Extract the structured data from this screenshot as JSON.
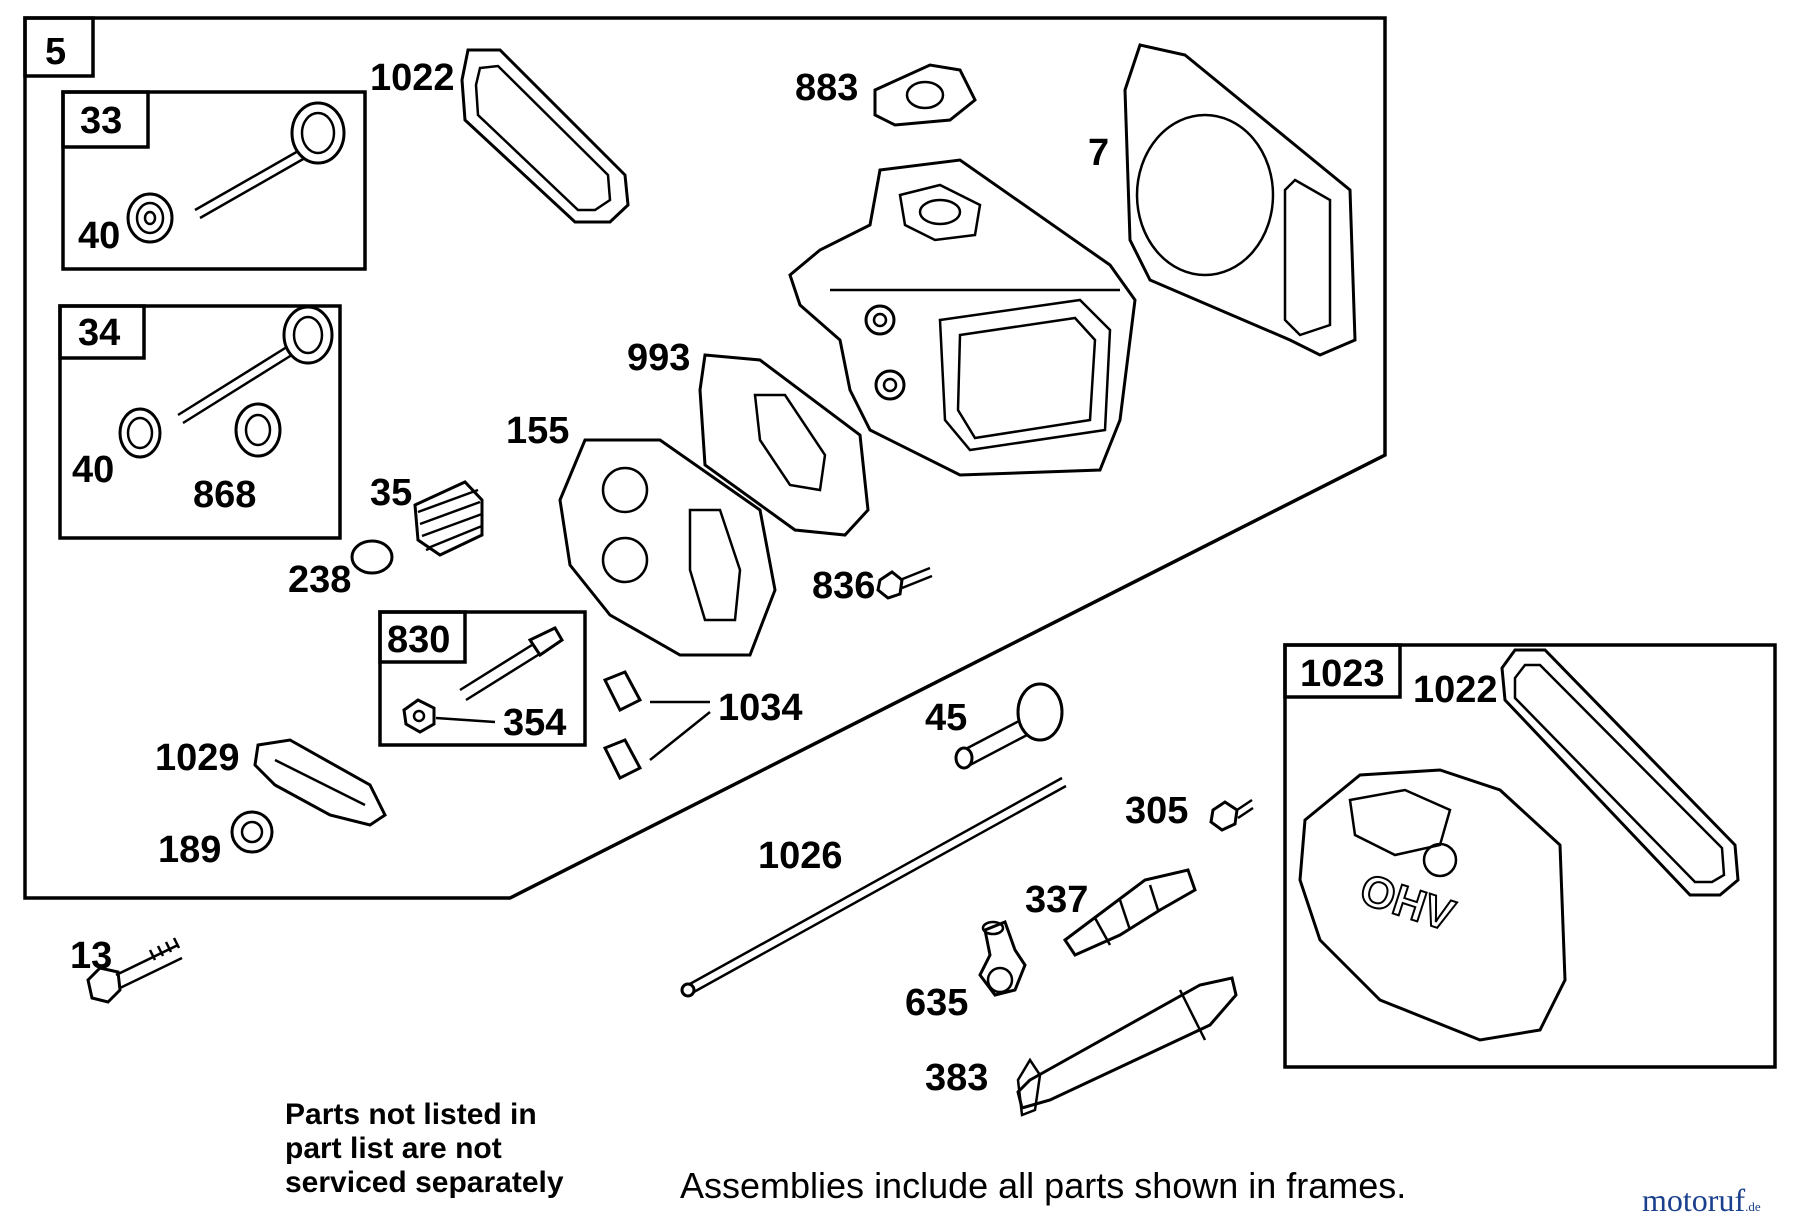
{
  "labels": {
    "frame_5": "5",
    "frame_33": "33",
    "frame_34": "34",
    "frame_830": "830",
    "frame_1023": "1023",
    "p1022_top": "1022",
    "p883": "883",
    "p7": "7",
    "p40_a": "40",
    "p40_b": "40",
    "p868": "868",
    "p993": "993",
    "p155": "155",
    "p35": "35",
    "p238": "238",
    "p836": "836",
    "p354": "354",
    "p1034": "1034",
    "p1029": "1029",
    "p189": "189",
    "p45": "45",
    "p1022_right": "1022",
    "p305": "305",
    "p1026": "1026",
    "p337": "337",
    "p635": "635",
    "p383": "383",
    "p13": "13"
  },
  "notes": {
    "line1": "Parts not listed in",
    "line2": "part list are not",
    "line3": "serviced separately",
    "assemblies": "Assemblies include all parts shown in frames."
  },
  "cover_text": "OHV",
  "watermark": {
    "name": "motoruf",
    "suffix": ".de"
  }
}
